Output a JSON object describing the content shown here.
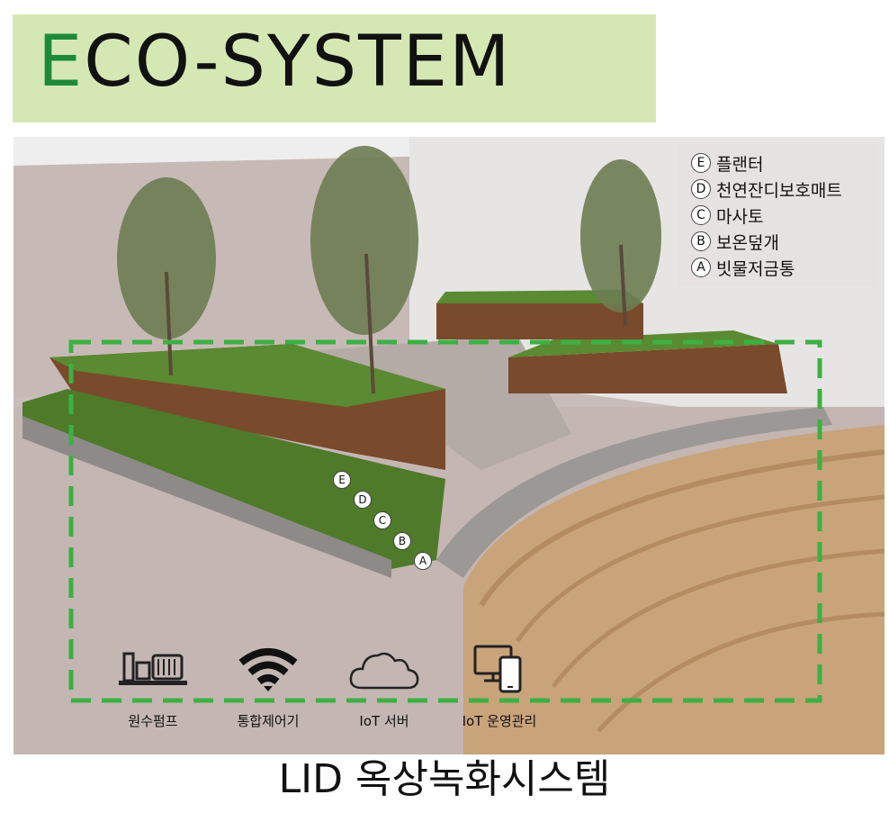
{
  "header": {
    "title_first": "E",
    "title_rest": "CO-SYSTEM"
  },
  "legend": [
    {
      "letter": "E",
      "label": "플랜터"
    },
    {
      "letter": "D",
      "label": "천연잔디보호매트"
    },
    {
      "letter": "C",
      "label": "마사토"
    },
    {
      "letter": "B",
      "label": "보온덮개"
    },
    {
      "letter": "A",
      "label": "빗물저금통"
    }
  ],
  "markers": [
    "E",
    "D",
    "C",
    "B",
    "A"
  ],
  "icons": [
    {
      "icon": "pump-icon",
      "label": "원수펌프"
    },
    {
      "icon": "wifi-icon",
      "label": "통합제어기"
    },
    {
      "icon": "cloud-icon",
      "label": "IoT 서버"
    },
    {
      "icon": "devices-icon",
      "label": "IoT 운영관리"
    }
  ],
  "caption": "LID 옥상녹화시스템",
  "colors": {
    "accent_green": "#1e8a38",
    "header_band": "#d5e8b4",
    "dashed_outline": "#3cb043"
  }
}
